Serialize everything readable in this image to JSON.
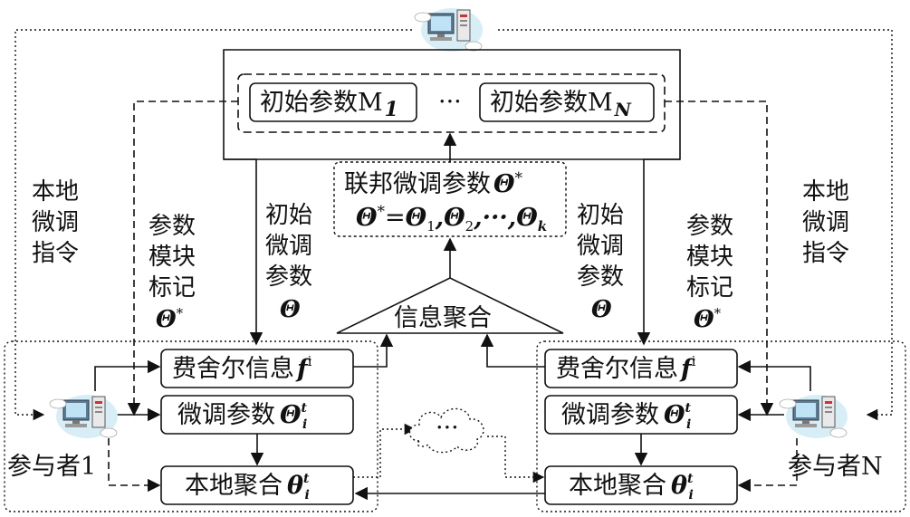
{
  "server": {
    "init_param_1": "初始参数M",
    "init_param_1_sub": "1",
    "ellipsis": "···",
    "init_param_n": "初始参数M",
    "init_param_n_sub": "N"
  },
  "federated": {
    "title": "联邦微调参数",
    "title_sym": "Θ",
    "title_sup": "*",
    "formula_lhs": "Θ",
    "formula_sup": "*",
    "formula_eq": "=",
    "formula_t1": "Θ",
    "formula_s1": "1",
    "formula_t2": ",Θ",
    "formula_s2": "2",
    "formula_t3": ",···,Θ",
    "formula_sk": "k"
  },
  "aggregation": {
    "label": "信息聚合"
  },
  "left_labels": {
    "local_cmd": [
      "本地",
      "微调",
      "指令"
    ],
    "module_tag": [
      "参数",
      "模块",
      "标记"
    ],
    "module_tag_sym": "Θ",
    "module_tag_sup": "*",
    "init_finetune": [
      "初始",
      "微调",
      "参数"
    ],
    "init_finetune_sym": "Θ"
  },
  "right_labels": {
    "init_finetune": [
      "初始",
      "微调",
      "参数"
    ],
    "init_finetune_sym": "Θ",
    "module_tag": [
      "参数",
      "模块",
      "标记"
    ],
    "module_tag_sym": "Θ",
    "module_tag_sup": "*",
    "local_cmd": [
      "本地",
      "微调",
      "指令"
    ]
  },
  "participant_left": {
    "name": "参与者1",
    "fisher": "费舍尔信息",
    "fisher_sym": "f",
    "fisher_sup": "i",
    "finetune": "微调参数",
    "finetune_sym": "Θ",
    "finetune_sup": "t",
    "finetune_sub": "i",
    "local_agg": "本地聚合",
    "local_agg_sym": "θ",
    "local_agg_sup": "t",
    "local_agg_sub": "i"
  },
  "participant_right": {
    "name": "参与者N",
    "fisher": "费舍尔信息",
    "fisher_sym": "f",
    "fisher_sup": "i",
    "finetune": "微调参数",
    "finetune_sym": "Θ",
    "finetune_sup": "t",
    "finetune_sub": "i",
    "local_agg": "本地聚合",
    "local_agg_sym": "θ",
    "local_agg_sup": "t",
    "local_agg_sub": "i"
  },
  "cloud": {
    "label": "···"
  },
  "icons": [
    "server-computer-icon",
    "client-computer-icon",
    "cloud-icon"
  ]
}
